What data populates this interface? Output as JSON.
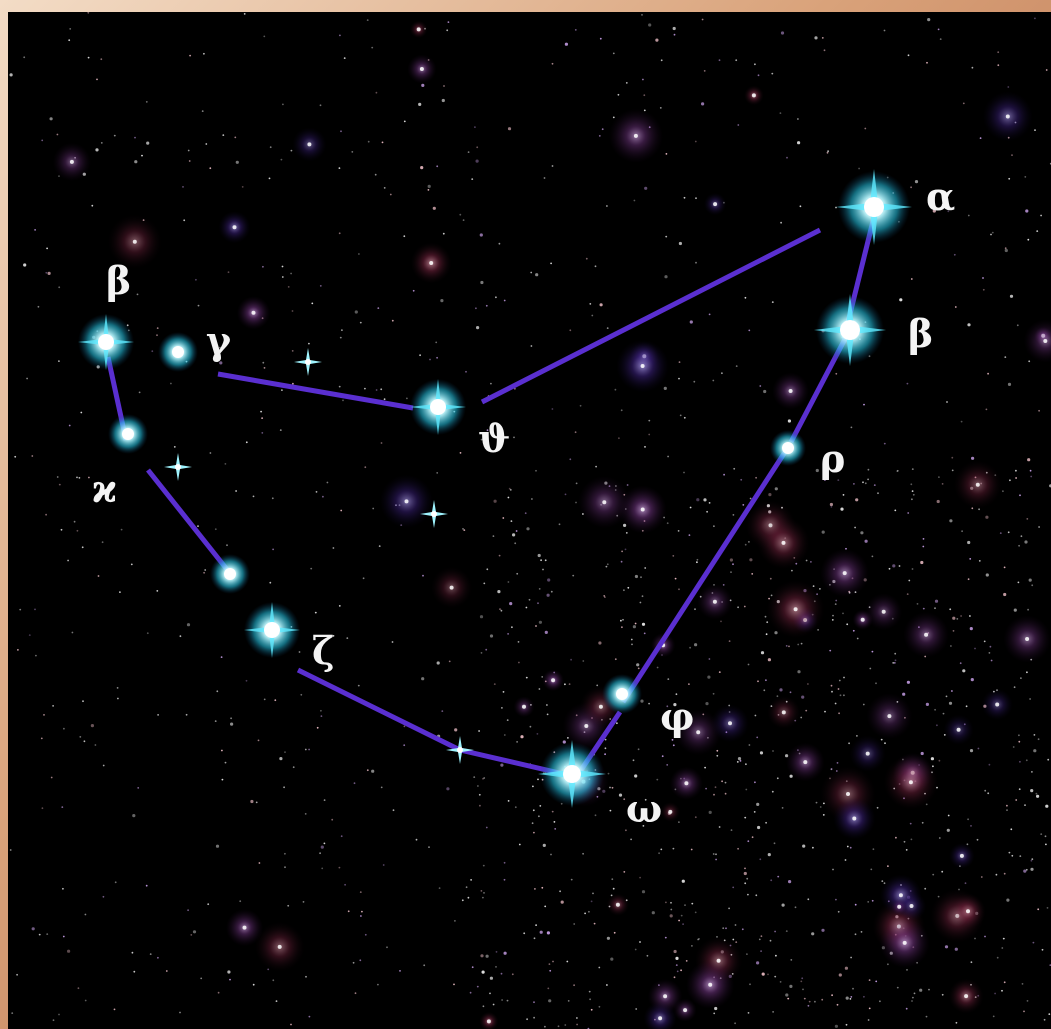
{
  "colors": {
    "background": "#000000",
    "frame": "#d9a27a",
    "constellation_line": "#5a2fd0",
    "bright_star_core": "#ffffff",
    "bright_star_glow": "#3fe6ff",
    "label": "#f4f4f4",
    "nebula_glow": "#7a2a8a"
  },
  "star_labels": {
    "alpha_right": "α",
    "beta_right": "β",
    "rho": "ρ",
    "theta": "ϑ",
    "beta_left": "β",
    "gamma": "γ",
    "kappa": "ϰ",
    "zeta": "ζ",
    "phi": "φ",
    "omega": "ω"
  }
}
